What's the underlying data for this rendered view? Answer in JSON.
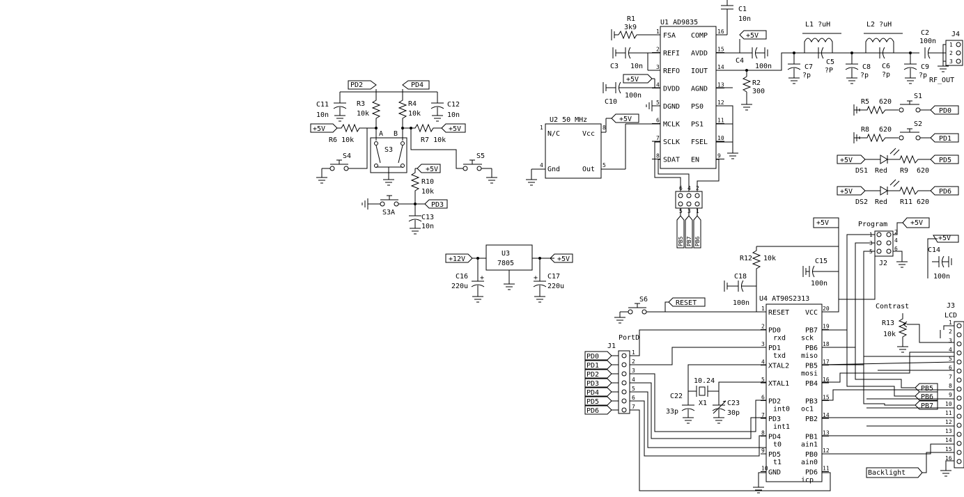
{
  "title": "DDS signal generator schematic",
  "components": {
    "u1": {
      "ref": "U1",
      "value": "AD9835",
      "left_pins": [
        "FSA",
        "REFI",
        "REFO",
        "DVDD",
        "DGND",
        "MCLK",
        "SCLK",
        "SDAT"
      ],
      "left_nums": [
        "1",
        "2",
        "3",
        "4",
        "5",
        "6",
        "7",
        "8"
      ],
      "right_pins": [
        "COMP",
        "AVDD",
        "IOUT",
        "AGND",
        "PS0",
        "PS1",
        "FSEL",
        "EN"
      ],
      "right_nums": [
        "16",
        "15",
        "14",
        "13",
        "12",
        "11",
        "10",
        "9"
      ]
    },
    "u2": {
      "ref": "U2",
      "value": "50 MHz",
      "nc": "N/C",
      "vcc": "Vcc",
      "gnd": "Gnd",
      "out": "Out",
      "p1": "1",
      "p8": "8",
      "p4": "4",
      "p5": "5"
    },
    "u3": {
      "ref": "U3",
      "value": "7805"
    },
    "u4": {
      "ref": "U4",
      "value": "AT90S2313",
      "left": [
        {
          "n": "1",
          "a": "RESET",
          "b": ""
        },
        {
          "n": "2",
          "a": "PD0",
          "b": "rxd"
        },
        {
          "n": "3",
          "a": "PD1",
          "b": "txd"
        },
        {
          "n": "4",
          "a": "XTAL2",
          "b": ""
        },
        {
          "n": "5",
          "a": "XTAL1",
          "b": ""
        },
        {
          "n": "6",
          "a": "PD2",
          "b": "int0"
        },
        {
          "n": "7",
          "a": "PD3",
          "b": "int1"
        },
        {
          "n": "8",
          "a": "PD4",
          "b": "t0"
        },
        {
          "n": "9",
          "a": "PD5",
          "b": "t1"
        },
        {
          "n": "10",
          "a": "GND",
          "b": ""
        }
      ],
      "right": [
        {
          "n": "20",
          "a": "VCC",
          "b": ""
        },
        {
          "n": "19",
          "a": "PB7",
          "b": "sck"
        },
        {
          "n": "18",
          "a": "PB6",
          "b": "miso"
        },
        {
          "n": "17",
          "a": "PB5",
          "b": "mosi"
        },
        {
          "n": "16",
          "a": "PB4",
          "b": ""
        },
        {
          "n": "15",
          "a": "PB3",
          "b": "oc1"
        },
        {
          "n": "14",
          "a": "PB2",
          "b": ""
        },
        {
          "n": "13",
          "a": "PB1",
          "b": "ain1"
        },
        {
          "n": "12",
          "a": "PB0",
          "b": "ain0"
        },
        {
          "n": "11",
          "a": "PD6",
          "b": "icp"
        }
      ]
    },
    "c1": {
      "ref": "C1",
      "value": "10n"
    },
    "r1": {
      "ref": "R1",
      "value": "3k9"
    },
    "c3": {
      "ref": "C3",
      "value": "10n"
    },
    "c10": {
      "ref": "C10",
      "value": "100n"
    },
    "c4": {
      "ref": "C4",
      "value": "100n"
    },
    "r2": {
      "ref": "R2",
      "value": "300"
    },
    "l1": {
      "ref": "L1",
      "value": "?uH"
    },
    "l2": {
      "ref": "L2",
      "value": "?uH"
    },
    "c2": {
      "ref": "C2",
      "value": "100n"
    },
    "c5": {
      "ref": "C5",
      "value": "?P"
    },
    "c6": {
      "ref": "C6",
      "value": "?p"
    },
    "c7": {
      "ref": "C7",
      "value": "?p"
    },
    "c8": {
      "ref": "C8",
      "value": "?p"
    },
    "c9": {
      "ref": "C9",
      "value": "?p"
    },
    "j4": {
      "ref": "J4",
      "label": "RF_OUT",
      "p1": "1",
      "p2": "2",
      "p3": "3"
    },
    "r5": {
      "ref": "R5",
      "value": "620"
    },
    "r8": {
      "ref": "R8",
      "value": "620"
    },
    "r9": {
      "ref": "R9",
      "value": "620"
    },
    "r11": {
      "ref": "R11",
      "value": "620"
    },
    "s1": {
      "ref": "S1"
    },
    "s2": {
      "ref": "S2"
    },
    "ds1": {
      "ref": "DS1",
      "value": "Red"
    },
    "ds2": {
      "ref": "DS2",
      "value": "Red"
    },
    "c11": {
      "ref": "C11",
      "value": "10n"
    },
    "c12": {
      "ref": "C12",
      "value": "10n"
    },
    "r3": {
      "ref": "R3",
      "value": "10k"
    },
    "r4": {
      "ref": "R4",
      "value": "10k"
    },
    "r6": {
      "ref": "R6",
      "value": "10k"
    },
    "r7": {
      "ref": "R7",
      "value": "10k"
    },
    "r10": {
      "ref": "R10",
      "value": "10k"
    },
    "c13": {
      "ref": "C13",
      "value": "10n"
    },
    "s3": {
      "ref": "S3",
      "a": "A",
      "b": "B"
    },
    "s3a": {
      "ref": "S3A"
    },
    "s4": {
      "ref": "S4"
    },
    "s5": {
      "ref": "S5"
    },
    "s6": {
      "ref": "S6"
    },
    "c16": {
      "ref": "C16",
      "value": "220u"
    },
    "c17": {
      "ref": "C17",
      "value": "220u"
    },
    "r12": {
      "ref": "R12",
      "value": "10k"
    },
    "c15": {
      "ref": "C15",
      "value": "100n"
    },
    "c18": {
      "ref": "C18",
      "value": "100n"
    },
    "c14": {
      "ref": "C14",
      "value": "100n"
    },
    "c22": {
      "ref": "C22",
      "value": "33p"
    },
    "c23": {
      "ref": "C23",
      "value": "30p"
    },
    "x1": {
      "ref": "X1",
      "value": "10.24"
    },
    "j1": {
      "ref": "J1",
      "label": "PortD",
      "pins": [
        "1",
        "2",
        "3",
        "4",
        "5",
        "6",
        "7"
      ]
    },
    "j2": {
      "ref": "J2",
      "label": "Program",
      "pins": [
        "1",
        "2",
        "3",
        "4",
        "5",
        "6"
      ]
    },
    "j3": {
      "ref": "J3",
      "label": "LCD",
      "pins": [
        "1",
        "2",
        "3",
        "4",
        "5",
        "6",
        "7",
        "8",
        "9",
        "10",
        "11",
        "12",
        "13",
        "14",
        "15",
        "16"
      ]
    },
    "r13": {
      "ref": "R13",
      "value": "10k",
      "label": "Contrast"
    }
  },
  "nets": {
    "plus5v": "+5V",
    "plus12v": "+12V",
    "pd0": "PD0",
    "pd1": "PD1",
    "pd2": "PD2",
    "pd3": "PD3",
    "pd4": "PD4",
    "pd5": "PD5",
    "pd6": "PD6",
    "pb5": "PB5",
    "pb6": "PB6",
    "pb7": "PB7",
    "reset": "RESET",
    "backlight": "Backlight"
  },
  "u1_header": {
    "h6": "6",
    "h4": "4",
    "h2": "2",
    "h5": "5",
    "h3": "3",
    "h1": "1",
    "pb5": "PB5",
    "pb7": "PB7",
    "pb6": "PB6"
  }
}
